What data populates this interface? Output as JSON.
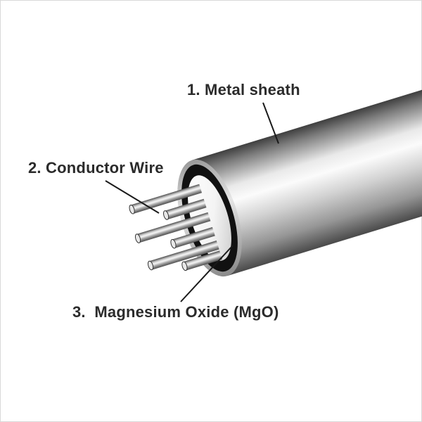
{
  "labels": {
    "metal_sheath": "1. Metal sheath",
    "conductor_wire": "2. Conductor Wire",
    "magnesium_oxide": "3.  Magnesium Oxide (MgO)"
  },
  "colors": {
    "label_text": "#2b2b2b",
    "leader_line": "#1a1a1a",
    "sheath_ring": "#111111",
    "mgo_core_light": "#ffffff",
    "body_highlight": "#fbfbfb",
    "body_shadow": "#4a4a4a",
    "background": "#ffffff"
  }
}
